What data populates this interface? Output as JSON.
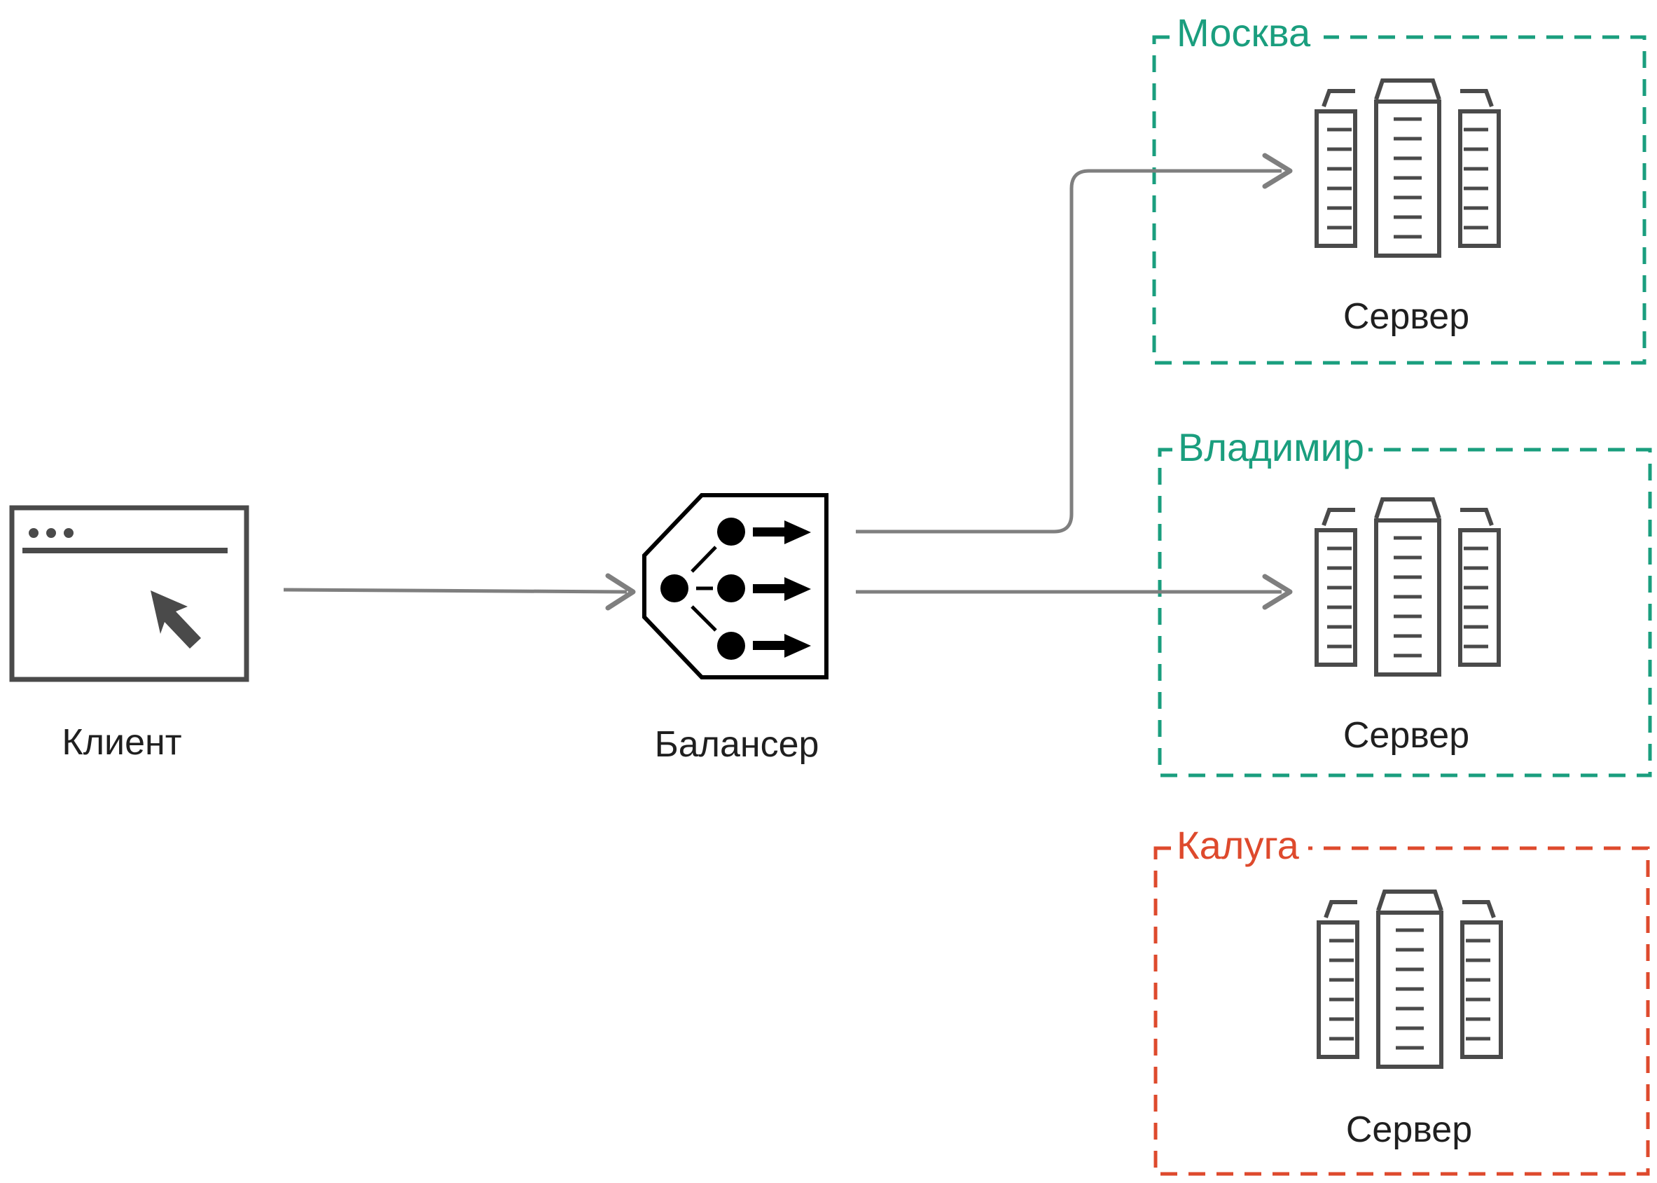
{
  "nodes": {
    "client": {
      "label": "Клиент",
      "icon": "browser-window-cursor-icon"
    },
    "balancer": {
      "label": "Балансер",
      "icon": "load-balancer-icon"
    }
  },
  "regions": [
    {
      "name": "Москва",
      "color": "#1a9e7e",
      "server_label": "Сервер",
      "icon": "server-rack-icon"
    },
    {
      "name": "Владимир",
      "color": "#1a9e7e",
      "server_label": "Сервер",
      "icon": "server-rack-icon"
    },
    {
      "name": "Калуга",
      "color": "#de4a2d",
      "server_label": "Сервер",
      "icon": "server-rack-icon"
    }
  ],
  "connections": [
    {
      "from": "client",
      "to": "balancer"
    },
    {
      "from": "balancer",
      "to": "Москва"
    },
    {
      "from": "balancer",
      "to": "Владимир"
    }
  ],
  "colors": {
    "icon": "#4a4a4a",
    "arrow": "#7f7f7f",
    "balancer": "#000000"
  }
}
